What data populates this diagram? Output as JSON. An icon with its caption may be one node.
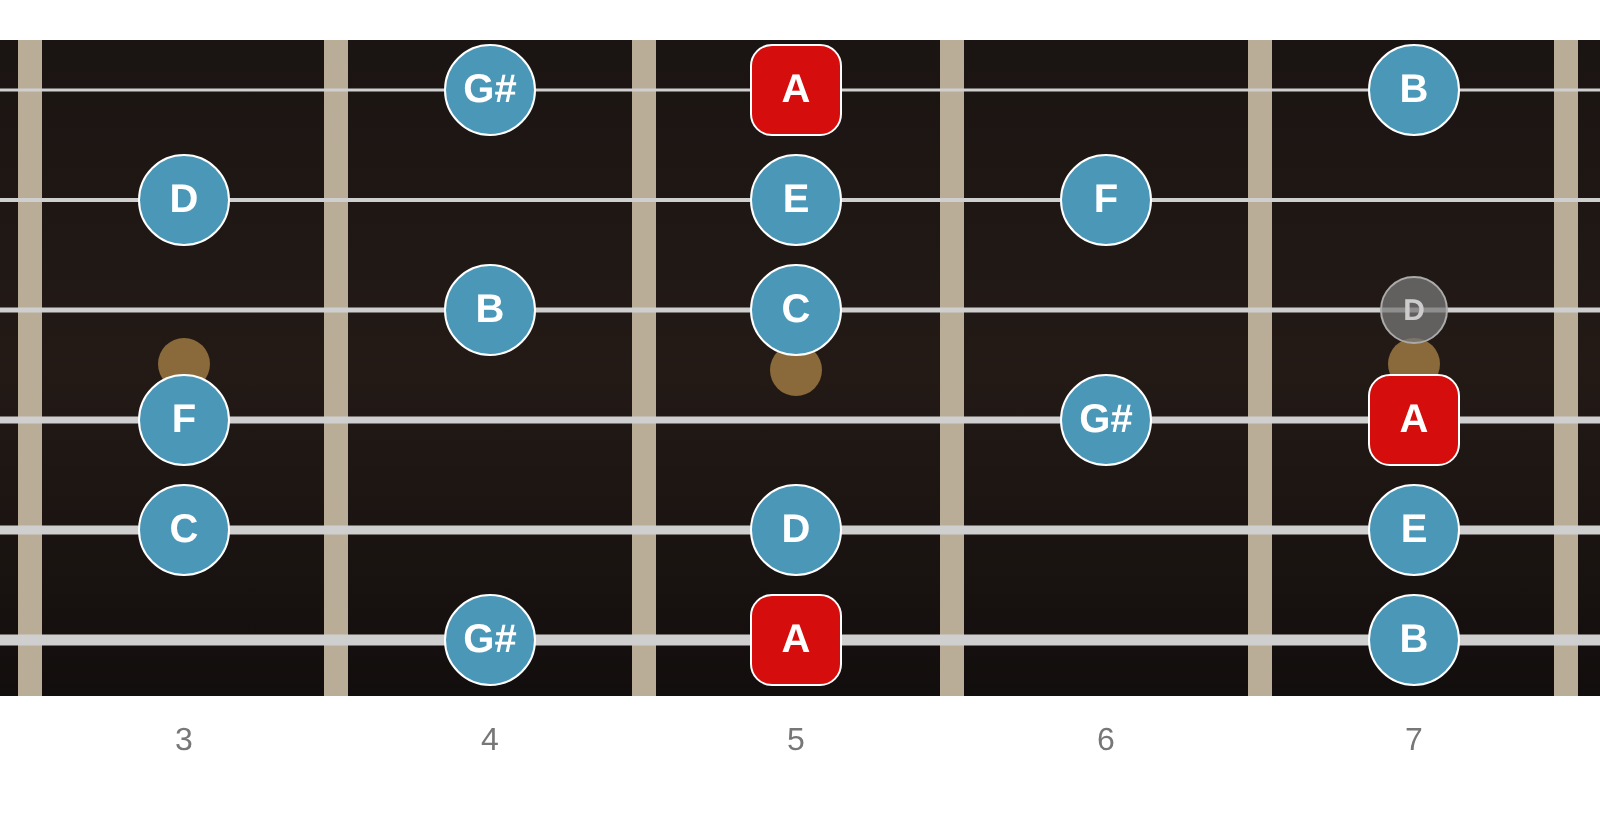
{
  "diagram": {
    "nodes": [
      {
        "text": [
          "G#"
        ]
      },
      {
        "text": [
          "A"
        ]
      },
      {
        "text": [
          "B"
        ]
      },
      {
        "text": [
          "D"
        ]
      },
      {
        "text": [
          "E"
        ]
      },
      {
        "text": [
          "F"
        ]
      },
      {
        "text": [
          "B"
        ]
      },
      {
        "text": [
          "C"
        ]
      },
      {
        "text": [
          "D"
        ]
      },
      {
        "text": [
          "F"
        ]
      },
      {
        "text": [
          "G#"
        ]
      },
      {
        "text": [
          "A"
        ]
      },
      {
        "text": [
          "C"
        ]
      },
      {
        "text": [
          "D"
        ]
      },
      {
        "text": [
          "E"
        ]
      },
      {
        "text": [
          "G#"
        ]
      },
      {
        "text": [
          "A"
        ]
      },
      {
        "text": [
          "B"
        ]
      }
    ],
    "labels": [
      "3",
      "4",
      "5",
      "6",
      "7"
    ]
  }
}
